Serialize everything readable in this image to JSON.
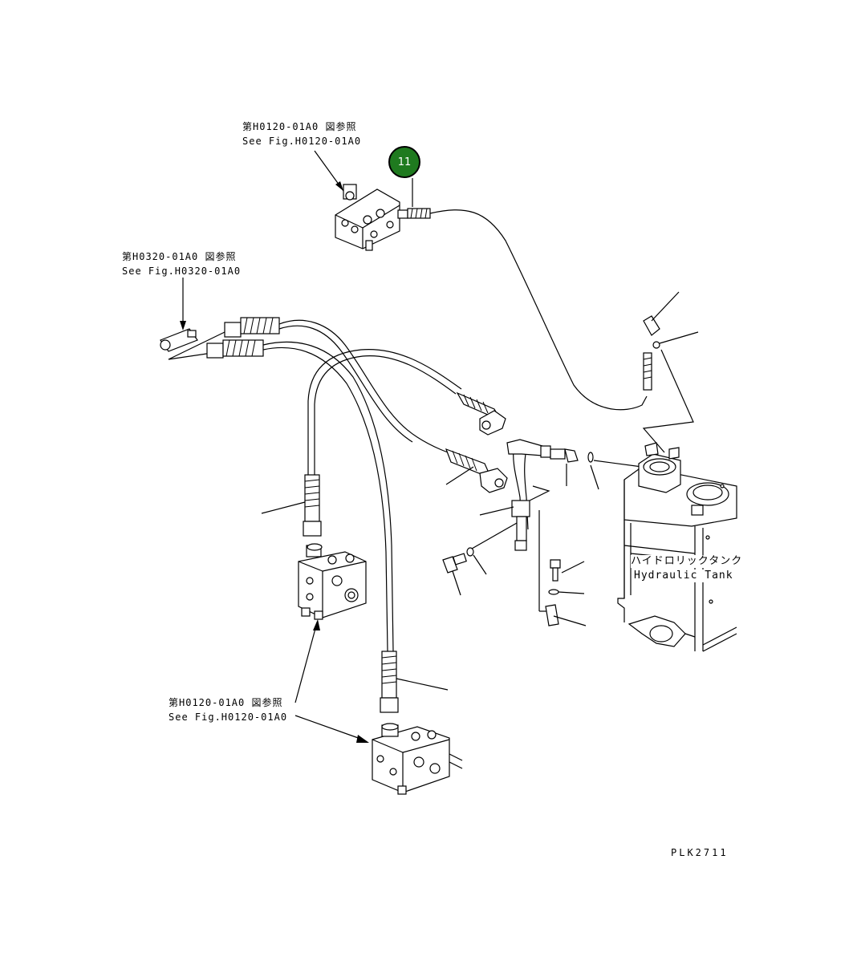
{
  "callouts": {
    "top_valve": {
      "jp": "第H0120-01A0 図参照",
      "en": "See Fig.H0120-01A0"
    },
    "left_valve": {
      "jp": "第H0320-01A0 図参照",
      "en": "See Fig.H0320-01A0"
    },
    "bottom_valves": {
      "jp": "第H0120-01A0 図参照",
      "en": "See Fig.H0120-01A0"
    }
  },
  "tank_label": {
    "jp": "ハイドロリックタンク",
    "en": "Hydraulic Tank"
  },
  "part_badge": {
    "number": "11",
    "color": "#1f7a1f"
  },
  "drawing_code": "PLK2711"
}
